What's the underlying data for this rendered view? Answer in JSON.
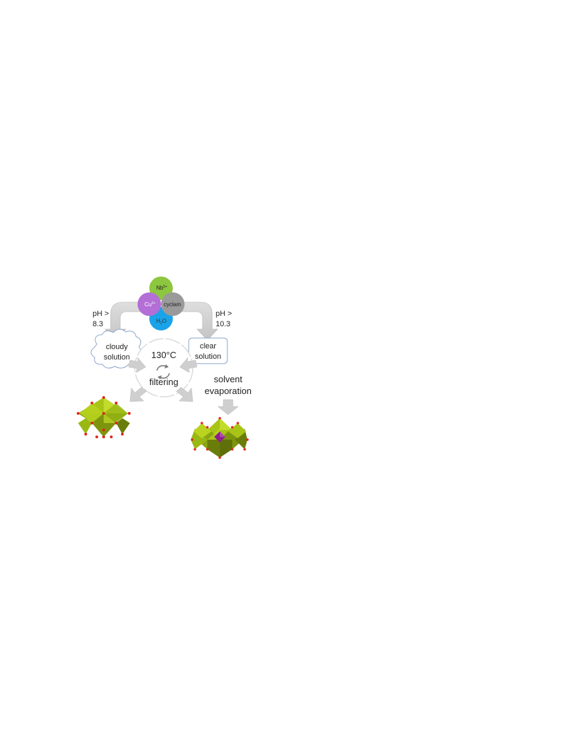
{
  "reagents": {
    "nb": {
      "label": "Nb",
      "sup": "5+",
      "color": "#8dc63f"
    },
    "cu": {
      "label": "Cu",
      "sup": "2+",
      "color": "#b36fd6"
    },
    "cyclam": {
      "label": "cyclam",
      "color": "#9a9a9a"
    },
    "water": {
      "label": "H",
      "sub": "2",
      "tail": "O",
      "color": "#1aa3e8"
    }
  },
  "left_branch": {
    "ph_line1": "pH >",
    "ph_line2": "8.3",
    "result_line1": "cloudy",
    "result_line2": "solution"
  },
  "right_branch": {
    "ph_line1": "pH >",
    "ph_line2": "10.3",
    "result_line1": "clear",
    "result_line2": "solution"
  },
  "center": {
    "temperature": "130°C",
    "step": "filtering",
    "cycle_icon": "recycle-arrows-icon"
  },
  "right_step": {
    "line1": "solvent",
    "line2": "evaporation"
  },
  "products": {
    "left": "polyoxoniobate-cluster",
    "right": "copper-centered-polyoxoniobate-cluster"
  },
  "colors": {
    "arrow": "#cfd0d0",
    "polyhedron": "#a8c416",
    "polyhedron_dark": "#6a7d0a",
    "oxygen": "#e0261b",
    "copper": "#8e1f8e"
  }
}
